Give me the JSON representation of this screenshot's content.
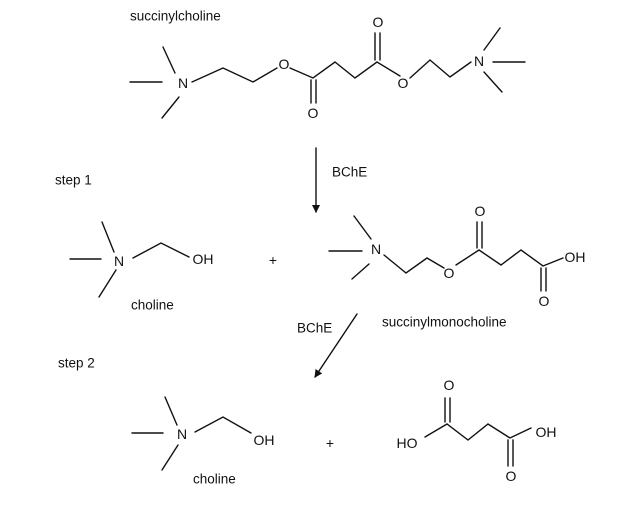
{
  "title": "Hydrolysis of succinylcholine by BChE",
  "steps": {
    "step1": "step 1",
    "step2": "step 2"
  },
  "enzyme": {
    "arrow1": "BChE",
    "arrow2": "BChE"
  },
  "plus": "+",
  "molecules": {
    "succinylcholine": {
      "name": "succinylcholine",
      "atoms": {
        "N": "N",
        "O": "O"
      }
    },
    "choline1": {
      "name": "choline",
      "atoms": {
        "N": "N",
        "OH": "OH"
      }
    },
    "succinylmonocholine": {
      "name": "succinylmonocholine",
      "atoms": {
        "N": "N",
        "O": "O",
        "OH": "OH"
      }
    },
    "choline2": {
      "name": "choline",
      "atoms": {
        "N": "N",
        "OH": "OH"
      }
    },
    "succinic_acid": {
      "atoms": {
        "HO": "HO",
        "OH": "OH",
        "O": "O"
      }
    }
  }
}
